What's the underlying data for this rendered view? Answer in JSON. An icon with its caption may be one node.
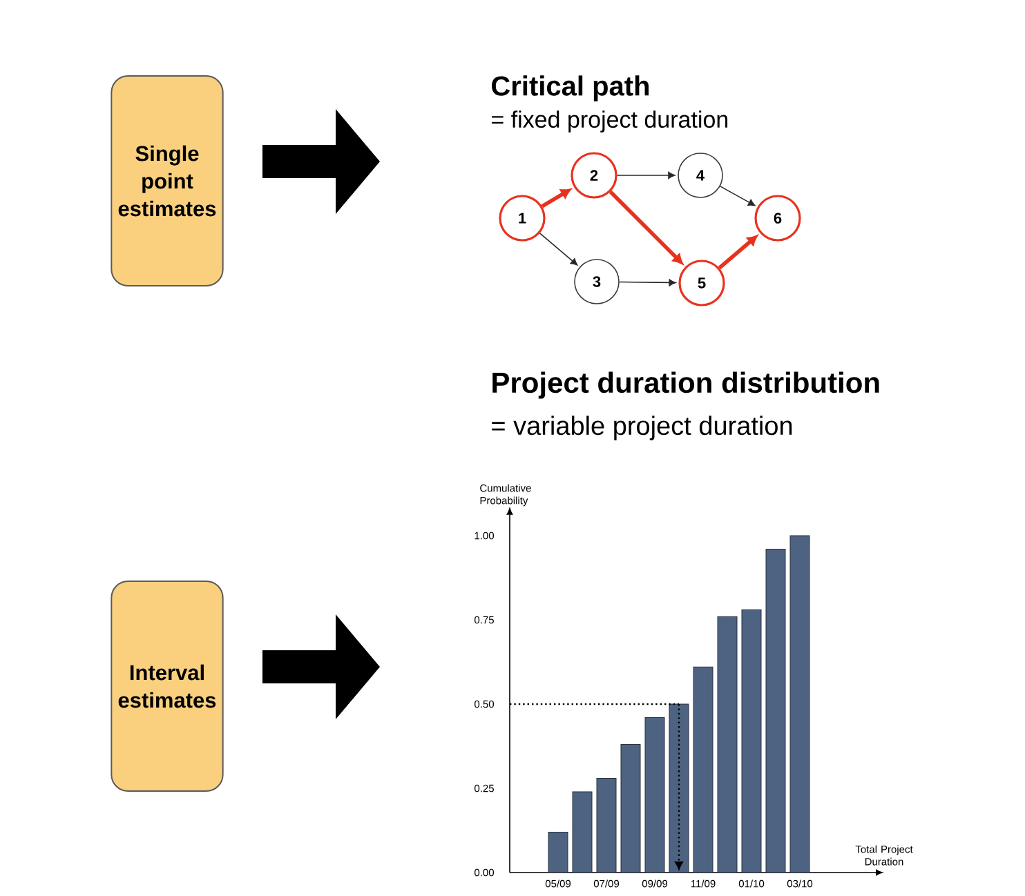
{
  "diagram": {
    "nodes": [
      {
        "text": [
          "Single point estimates"
        ]
      },
      {
        "text": [
          "Interval estimates"
        ]
      },
      {
        "text": [
          "1"
        ]
      },
      {
        "text": [
          "2"
        ]
      },
      {
        "text": [
          "3"
        ]
      },
      {
        "text": [
          "4"
        ]
      },
      {
        "text": [
          "5"
        ]
      },
      {
        "text": [
          "6"
        ]
      }
    ],
    "edges": [
      {
        "from": 0,
        "to": null,
        "arrow": "to",
        "style": "thick"
      },
      {
        "from": 1,
        "to": null,
        "arrow": "to",
        "style": "thick"
      },
      {
        "from": 2,
        "to": 3,
        "arrow": "to",
        "style": "thick",
        "color": "#e8321e"
      },
      {
        "from": 2,
        "to": 4,
        "arrow": "to"
      },
      {
        "from": 3,
        "to": 5,
        "arrow": "to"
      },
      {
        "from": 3,
        "to": 6,
        "arrow": "to",
        "style": "thick",
        "color": "#e8321e"
      },
      {
        "from": 4,
        "to": 6,
        "arrow": "to"
      },
      {
        "from": 5,
        "to": 7,
        "arrow": "to"
      },
      {
        "from": 6,
        "to": 7,
        "arrow": "to",
        "style": "thick",
        "color": "#e8321e"
      }
    ],
    "labels": [
      "Critical path",
      "= fixed project duration",
      "Project duration distribution",
      "= variable project duration"
    ],
    "chart_data": {
      "type": "bar",
      "xlabel": "Total Project Duration",
      "ylabel": "Cumulative Probability",
      "categories": [
        "05/09",
        null,
        "07/09",
        null,
        "09/09",
        null,
        "11/09",
        null,
        "01/10",
        null,
        "03/10"
      ],
      "series": [
        {
          "color": "#4d6381",
          "values": [
            0.12,
            0.24,
            0.28,
            0.38,
            0.46,
            0.5,
            0.61,
            0.76,
            0.78,
            0.96,
            1.0
          ]
        }
      ],
      "yticks": [
        {
          "value": 0,
          "label": "0.00"
        },
        {
          "value": 0.25,
          "label": "0.25"
        },
        {
          "value": 0.5,
          "label": "0.50"
        },
        {
          "value": 0.75,
          "label": "0.75"
        },
        {
          "value": 1.0,
          "label": "1.00"
        }
      ],
      "ylim": [
        0,
        1.066
      ],
      "ref_lines": [
        {
          "axis": "y",
          "value": 0.5
        }
      ]
    }
  }
}
